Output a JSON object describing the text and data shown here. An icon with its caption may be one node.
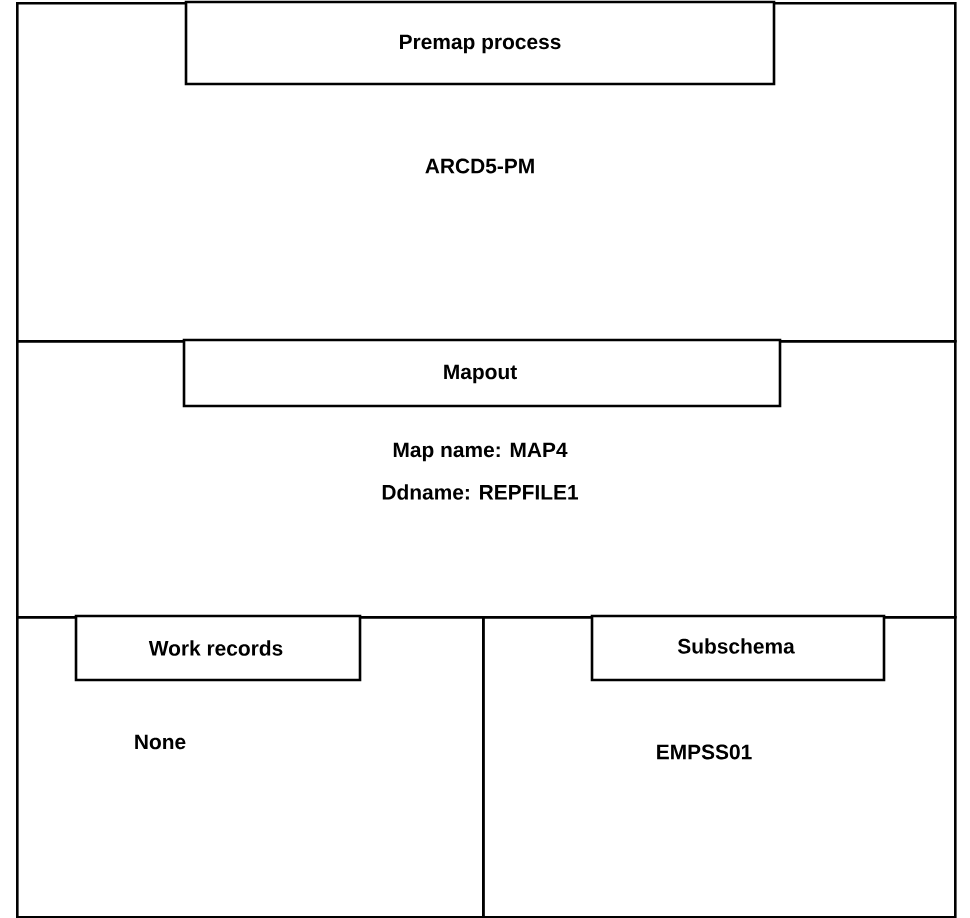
{
  "diagram": {
    "nodes": [
      {
        "text": [
          "Premap process",
          "ARCD5-PM"
        ]
      },
      {
        "text": [
          "Mapout",
          "Map name: MAP4",
          "Ddname: REPFILE1"
        ]
      },
      {
        "text": [
          "Work records",
          "None"
        ]
      },
      {
        "text": [
          "Subschema",
          "EMPSS01"
        ]
      }
    ]
  }
}
